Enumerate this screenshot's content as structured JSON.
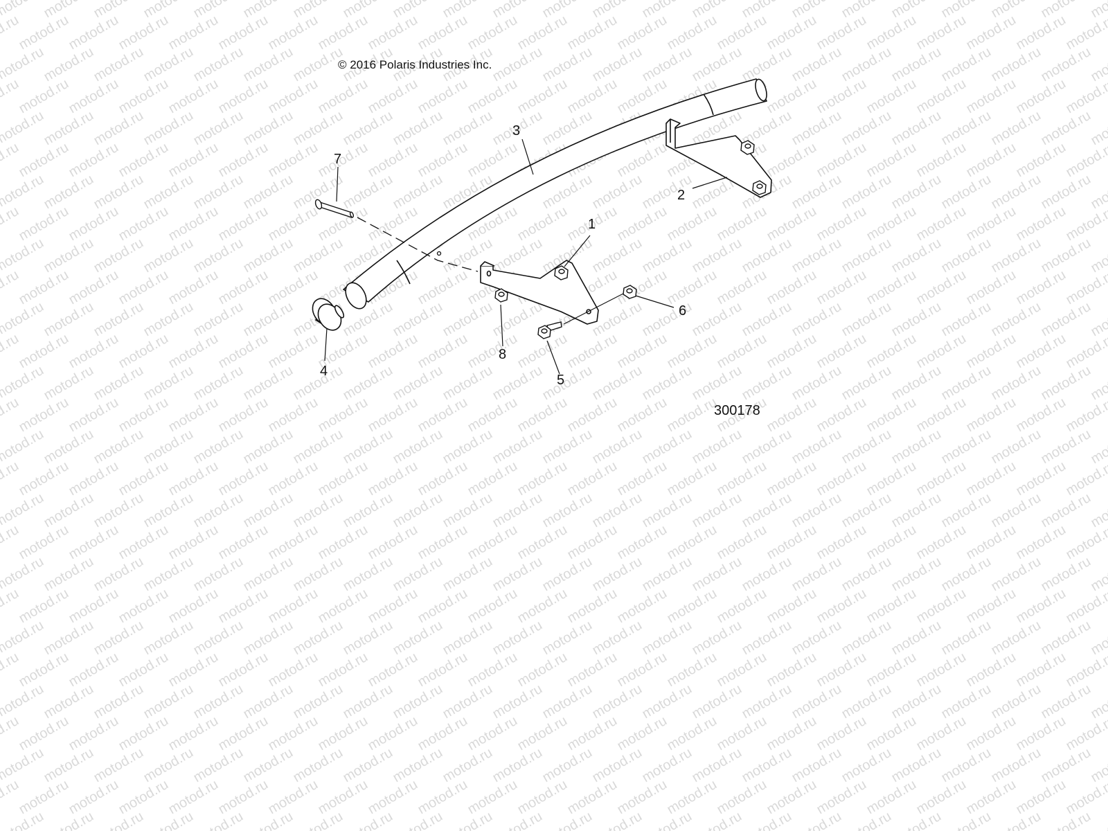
{
  "copyright": "© 2016 Polaris Industries Inc.",
  "figure_number": "300178",
  "watermark": {
    "text": "motod.ru",
    "color": "#d9d9d9"
  },
  "callouts": [
    "1",
    "2",
    "3",
    "4",
    "5",
    "6",
    "7",
    "8"
  ],
  "colors": {
    "line": "#111111",
    "background": "#ffffff"
  }
}
